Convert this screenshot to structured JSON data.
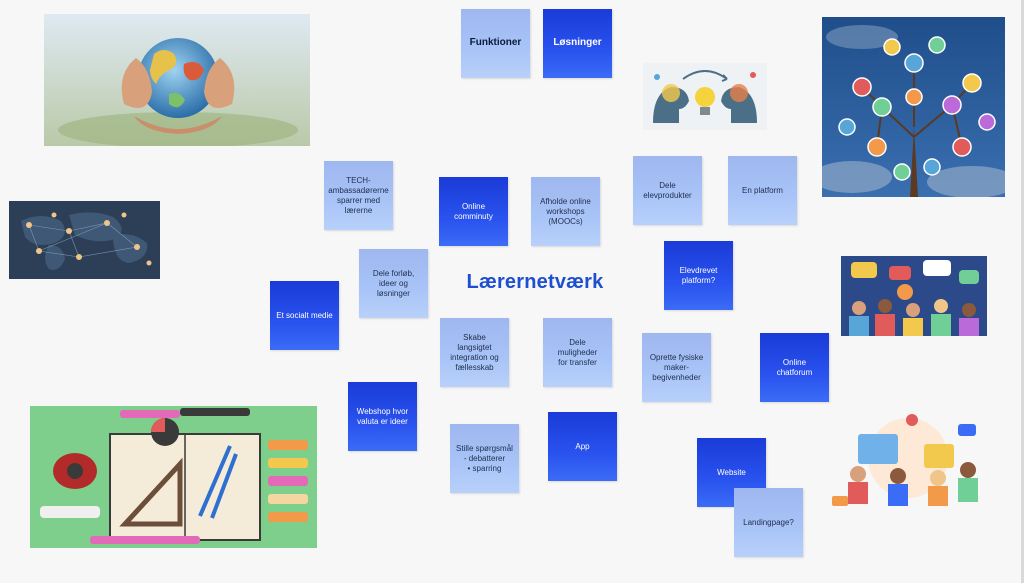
{
  "board": {
    "title": "Lærernetværk",
    "headers": {
      "funktioner": "Funktioner",
      "losninger": "Løsninger"
    },
    "notes": {
      "tech": "TECH-\nambassadørerne\nsparrer med\nlærerne",
      "community": "Online\ncomminuty",
      "workshops": "Afholde online\nworkshops\n(MOOCs)",
      "elevprodukter": "Dele\nelevprodukter",
      "platform": "En platform",
      "forlob": "Dele forløb,\nideer og\nløsninger",
      "elevdrevet": "Elevdrevet\nplatform?",
      "socialt": "Et socialt medie",
      "langsigtet": "Skabe langsigtet\nintegration og\nfællesskab",
      "transfer": "Dele muligheder\nfor transfer",
      "fysiske": "Oprette fysiske\nmaker-\nbegivenheder",
      "chatforum": "Online\nchatforum",
      "webshop": "Webshop hvor\nvaluta er ideer",
      "sporgsmal": "Stille spørgsmål\n- debatterer\n• sparring",
      "app": "App",
      "website": "Website",
      "landingpage": "Landingpage?"
    }
  },
  "images": {
    "globe": "globe-hands-image",
    "world_network": "world-network-map-image",
    "idea_exchange": "idea-exchange-lightbulb-image",
    "people_tree": "people-network-tree-image",
    "chat_crowd": "chat-bubbles-crowd-image",
    "stationery": "stationery-notebook-image",
    "collaboration": "collaboration-illustration-image"
  }
}
